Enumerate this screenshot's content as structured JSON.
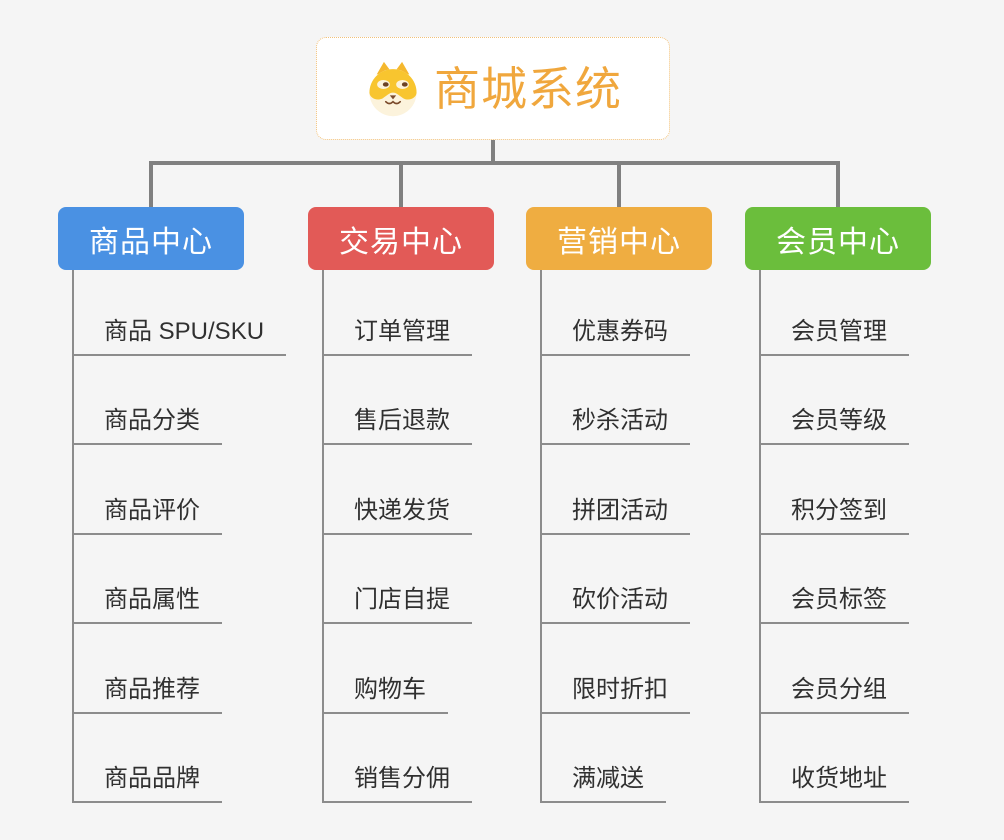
{
  "root": {
    "title": "商城系统",
    "icon": "dog-face",
    "title_color": "#F0A73D",
    "border_color": "#F2C179"
  },
  "branches": [
    {
      "label": "商品中心",
      "color": "#4A91E3",
      "items": [
        "商品 SPU/SKU",
        "商品分类",
        "商品评价",
        "商品属性",
        "商品推荐",
        "商品品牌"
      ]
    },
    {
      "label": "交易中心",
      "color": "#E25A57",
      "items": [
        "订单管理",
        "售后退款",
        "快递发货",
        "门店自提",
        "购物车",
        "销售分佣"
      ]
    },
    {
      "label": "营销中心",
      "color": "#EFAD41",
      "items": [
        "优惠券码",
        "秒杀活动",
        "拼团活动",
        "砍价活动",
        "限时折扣",
        "满减送"
      ]
    },
    {
      "label": "会员中心",
      "color": "#6BBE3C",
      "items": [
        "会员管理",
        "会员等级",
        "积分签到",
        "会员标签",
        "会员分组",
        "收货地址"
      ]
    }
  ],
  "colors": {
    "connector": "#808080",
    "item_line": "#8C8C8C",
    "item_text": "#303030",
    "background": "#F5F5F5"
  }
}
